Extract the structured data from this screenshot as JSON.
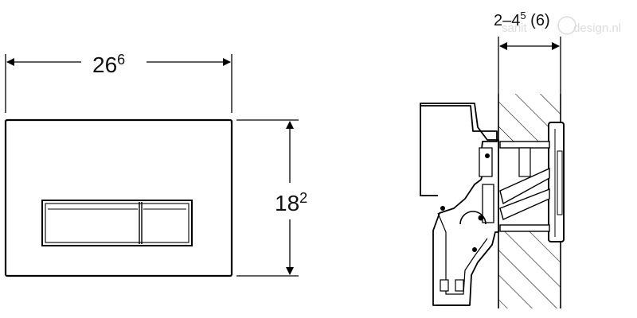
{
  "front_view": {
    "width_dim": {
      "main": "26",
      "sup": "6"
    },
    "height_dim": {
      "main": "18",
      "sup": "2"
    }
  },
  "side_view": {
    "depth_dim": {
      "prefix": "2–4",
      "sup": "5",
      "suffix": " (6)"
    }
  },
  "watermark": {
    "left": "sanit",
    "right": "design.nl"
  },
  "colors": {
    "line": "#000000",
    "watermark": "#dcdcdc"
  }
}
